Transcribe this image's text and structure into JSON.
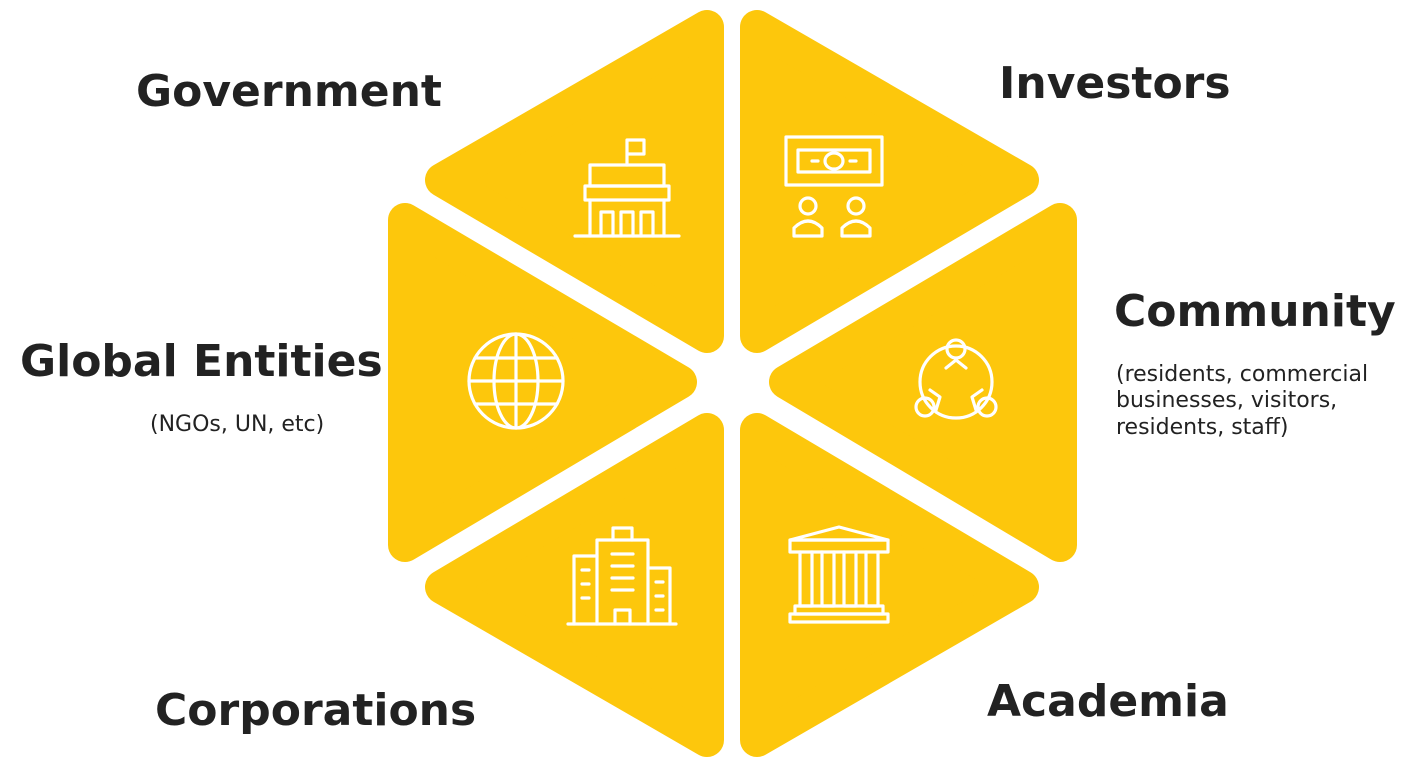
{
  "diagram": {
    "segments": [
      {
        "key": "government",
        "label": "Government",
        "icon": "government-building-icon"
      },
      {
        "key": "investors",
        "label": "Investors",
        "icon": "money-people-icon"
      },
      {
        "key": "community",
        "label": "Community",
        "note": "(residents, commercial businesses, visitors, residents, staff)",
        "icon": "community-circle-icon"
      },
      {
        "key": "academia",
        "label": "Academia",
        "icon": "columns-institution-icon"
      },
      {
        "key": "corporations",
        "label": "Corporations",
        "icon": "office-building-icon"
      },
      {
        "key": "global",
        "label": "Global Entities",
        "note": "(NGOs, UN, etc)",
        "icon": "globe-icon"
      }
    ],
    "colors": {
      "segment": "#FDC70C",
      "icon": "#FFFFFF",
      "text": "#222222"
    }
  }
}
